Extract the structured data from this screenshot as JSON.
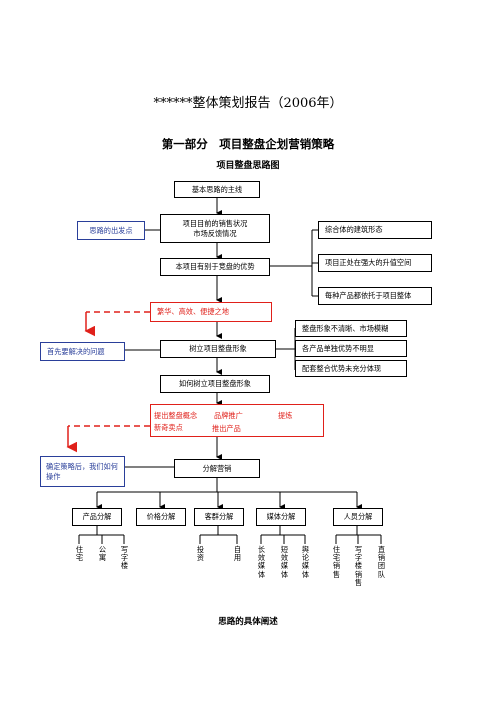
{
  "doc": {
    "title": "******整体策划报告（2006年）",
    "part_heading": "第一部分　项目整盘企划营销策略",
    "chart_title": "项目整盘思路图",
    "footer_heading": "思路的具体阐述"
  },
  "flow": {
    "main_line": "基本思路的主线",
    "current_status_1": "项目目前的销售状况",
    "current_status_2": "市场反馈情况",
    "starting_point": "思路的出发点",
    "advantages": "本项目有别于竞盘的优势",
    "adv_items": [
      "综合体的建筑形态",
      "项目正处在强大的升值空间",
      "每种产品都依托于项目整体"
    ],
    "highlight": "繁华、高效、便捷之地",
    "problem": "首先要解决的问题",
    "build_image": "树立项目整盘形象",
    "issues": [
      "整盘形象不清晰、市场模糊",
      "各产品单独优势不明显",
      "配套整合优势未充分体现"
    ],
    "how_build": "如何树立项目整盘形象",
    "concept_1": "提出整盘概念",
    "concept_2": "新奇卖点",
    "brand": "品牌推广",
    "refine": "提炼",
    "launch": "推出产品",
    "after_strategy": "确定策略后，我们如何操作",
    "marketing": "分解营销",
    "categories": [
      "产品分解",
      "价格分解",
      "客群分解",
      "媒体分解",
      "人员分解"
    ],
    "product_sub": [
      "住宅",
      "公寓",
      "写字楼"
    ],
    "client_sub": [
      "投资",
      "自用"
    ],
    "media_sub": [
      "长效媒体",
      "短效媒体",
      "舆论媒体"
    ],
    "staff_sub": [
      "住宅销售",
      "写字楼销售",
      "直销团队"
    ]
  },
  "colors": {
    "red": "#e0201a",
    "blue": "#2a3f9a",
    "line": "#000000"
  }
}
